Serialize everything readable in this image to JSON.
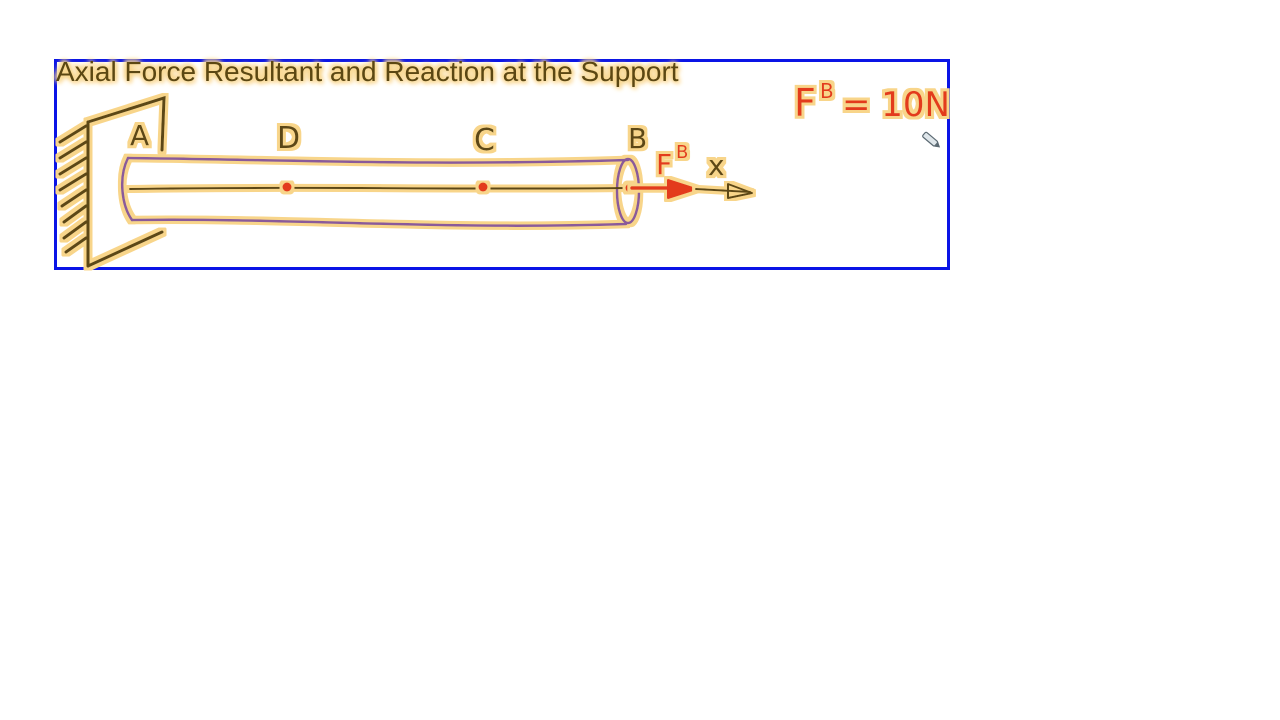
{
  "title": "Axial Force Resultant and Reaction at the Support",
  "labels": {
    "a": "A",
    "d": "D",
    "c": "C",
    "b": "B",
    "force": "F",
    "force_sup": "B",
    "axis": "x"
  },
  "equation": {
    "lhs": "F",
    "lhs_sup": "B",
    "rhs": "= 10N"
  },
  "colors": {
    "frame": "#0a14e6",
    "ink_brown": "#5b4712",
    "highlight": "#f8d58a",
    "ink_red": "#e33a1c",
    "ink_purple": "#8a5a9a"
  }
}
